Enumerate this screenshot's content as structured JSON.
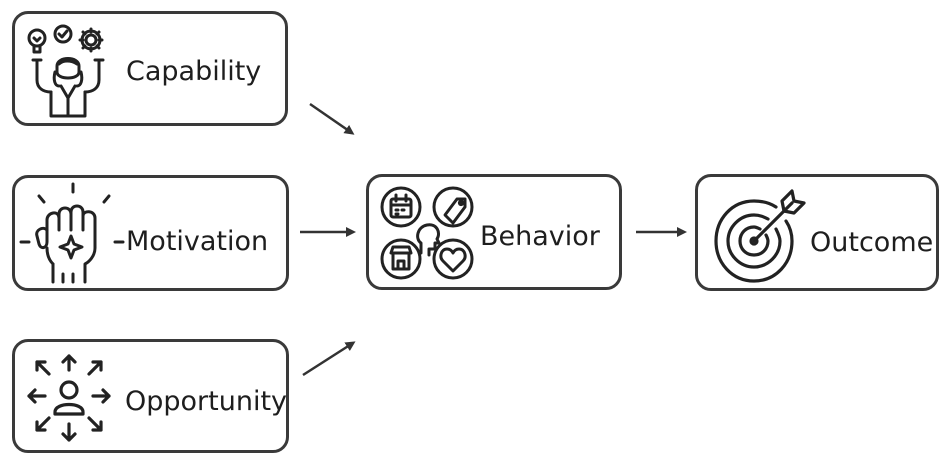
{
  "nodes": {
    "capability": {
      "label": "Capability"
    },
    "motivation": {
      "label": "Motivation"
    },
    "opportunity": {
      "label": "Opportunity"
    },
    "behavior": {
      "label": "Behavior"
    },
    "outcome": {
      "label": "Outcome"
    }
  },
  "icons": {
    "capability": "person-with-ideas-icon",
    "motivation": "raised-fist-icon",
    "opportunity": "person-with-arrows-icon",
    "behavior": "head-with-activities-icon",
    "outcome": "target-with-arrow-icon"
  },
  "edges": [
    {
      "from": "Capability",
      "to": "Behavior"
    },
    {
      "from": "Motivation",
      "to": "Behavior"
    },
    {
      "from": "Opportunity",
      "to": "Behavior"
    },
    {
      "from": "Behavior",
      "to": "Outcome"
    }
  ],
  "colors": {
    "stroke": "#3a3a3a",
    "text": "#1e1e1e",
    "background": "#ffffff"
  }
}
